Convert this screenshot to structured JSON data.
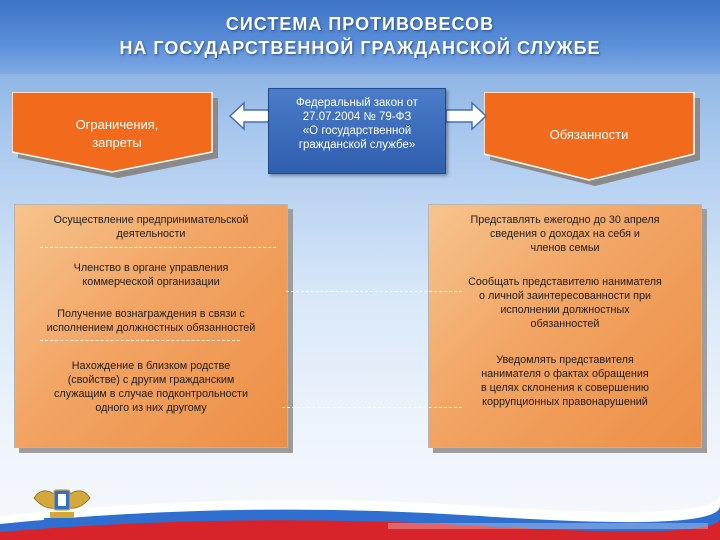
{
  "title": {
    "line1": "СИСТЕМА  ПРОТИВОВЕСОВ",
    "line2": "НА  ГОСУДАРСТВЕННОЙ  ГРАЖДАНСКОЙ  СЛУЖБЕ"
  },
  "left_header": {
    "line1": "Ограничения,",
    "line2": "запреты"
  },
  "right_header": {
    "label": "Обязанности"
  },
  "law": {
    "line1": "Федеральный закон от",
    "line2": "27.07.2004 № 79-ФЗ",
    "line3": "«О государственной",
    "line4": "гражданской службе»"
  },
  "left_items": [
    {
      "line1": "Осуществление предпринимательской",
      "line2": "деятельности"
    },
    {
      "line1": "Членство в органе управления",
      "line2": "коммерческой организации"
    },
    {
      "line1": "Получение вознаграждения в связи с",
      "line2": "исполнением должностных обязанностей"
    },
    {
      "line1": "Нахождение в близком родстве",
      "line2": "(свойстве) с другим гражданским",
      "line3": "служащим в случае подконтрольности",
      "line4": "одного из них другому"
    }
  ],
  "right_items": [
    {
      "line1": "Представлять ежегодно до 30 апреля",
      "line2": "сведения о доходах на себя и",
      "line3": "членов семьи"
    },
    {
      "line1": "Сообщать представителю нанимателя",
      "line2": "о личной заинтересованности при",
      "line3": "исполнении должностных",
      "line4": "обязанностей"
    },
    {
      "line1": "Уведомлять представителя",
      "line2": "нанимателя о фактах обращения",
      "line3": "в целях склонения к совершению",
      "line4": "коррупционных правонарушений"
    }
  ],
  "colors": {
    "orange": "#f26b1d",
    "law_blue": "#2f5eae",
    "title_blue": "#3e74c6"
  },
  "icons": {
    "emblem": "coat-of-arms-emblem"
  }
}
